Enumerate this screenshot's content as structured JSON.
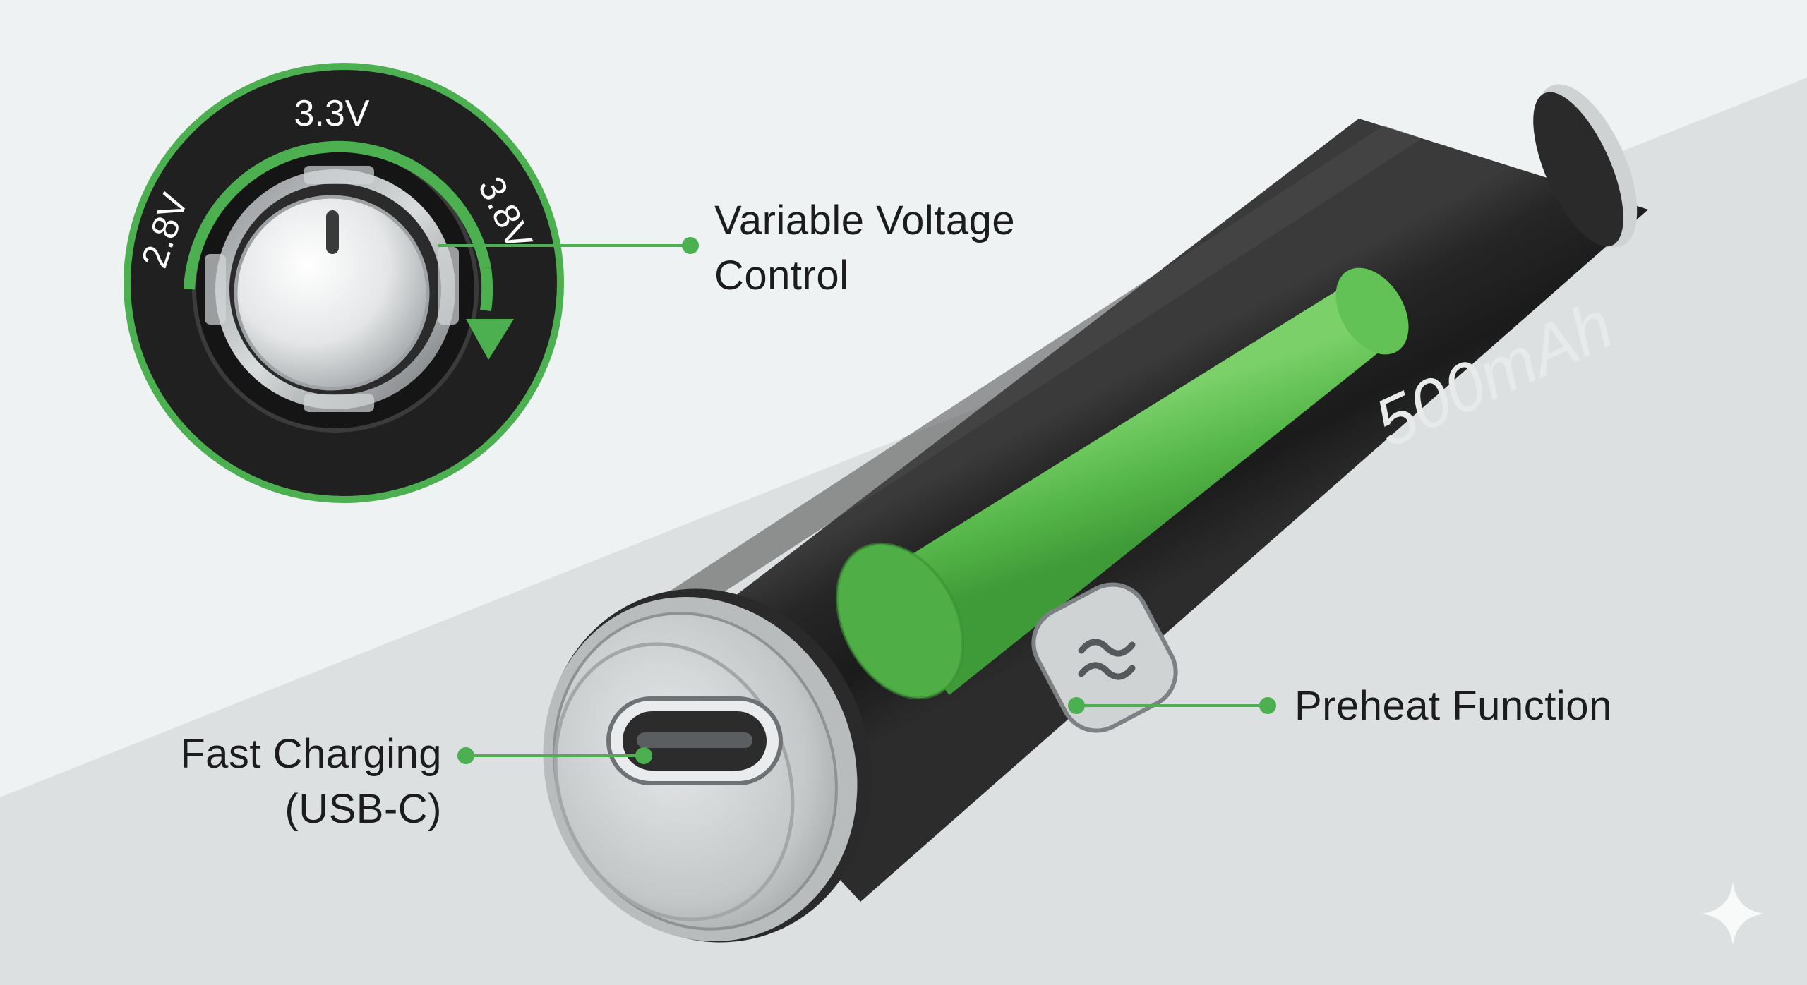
{
  "annotations": {
    "variable_voltage": [
      "Variable Voltage",
      "Control"
    ],
    "fast_charging": [
      "Fast Charging",
      "(USB-C)"
    ],
    "preheat": "Preheat Function"
  },
  "dial": {
    "voltages": [
      "2.8V",
      "3.3V",
      "3.8V"
    ]
  },
  "battery": {
    "capacity": "500mAh"
  },
  "colors": {
    "accent_green": "#4caf50",
    "body_black": "#222222",
    "metal": "#c9cccd",
    "background": "#eef2f3"
  },
  "icons": {
    "preheat_button": "wave-icon",
    "charging_port": "usb-c-port-icon",
    "watermark": "sparkle-icon"
  }
}
